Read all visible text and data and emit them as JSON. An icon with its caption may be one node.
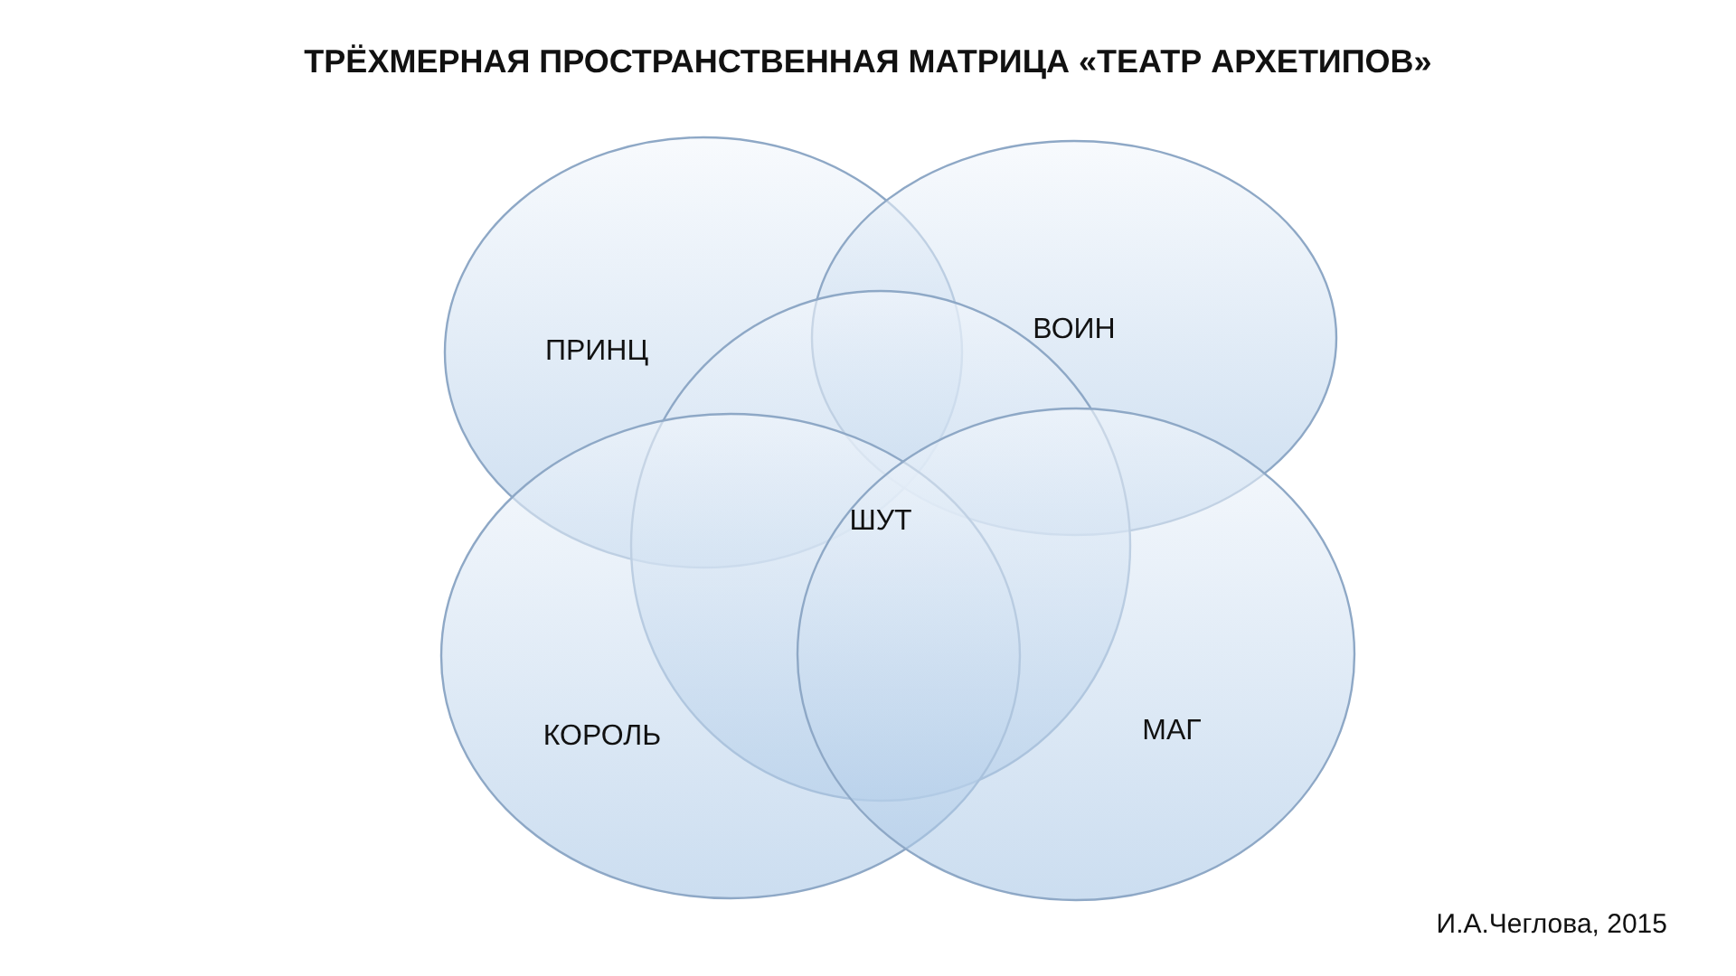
{
  "diagram": {
    "title": "ТРЁХМЕРНАЯ ПРОСТРАНСТВЕННАЯ МАТРИЦА «ТЕАТР АРХЕТИПОВ»",
    "nodes": [
      {
        "text": [
          "ПРИНЦ"
        ]
      },
      {
        "text": [
          "ВОИН"
        ]
      },
      {
        "text": [
          "ШУТ"
        ]
      },
      {
        "text": [
          "КОРОЛЬ"
        ]
      },
      {
        "text": [
          "МАГ"
        ]
      }
    ],
    "edges": [],
    "labels": [
      "И.А.Чеглова, 2015"
    ]
  }
}
